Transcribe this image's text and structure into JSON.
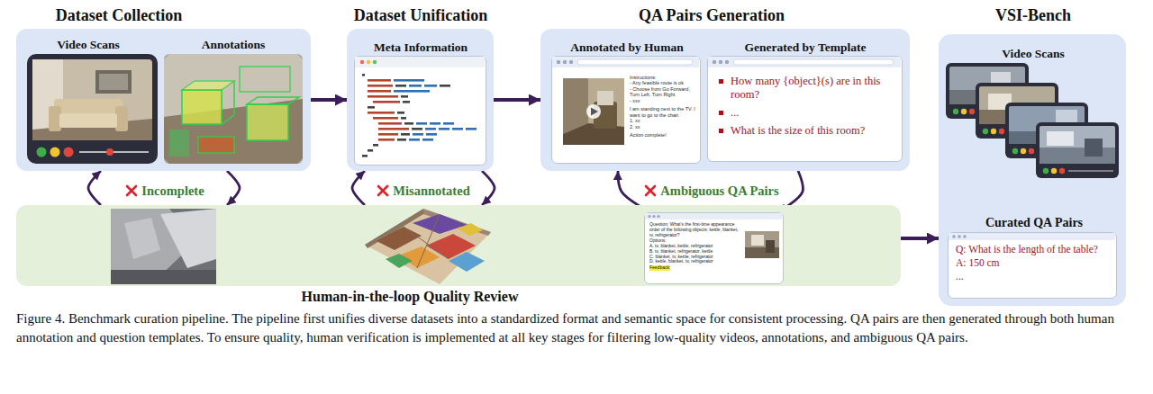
{
  "diagram": {
    "caption": "Figure 4. Benchmark curation pipeline. The pipeline first unifies diverse datasets into a standardized format and semantic space for consistent processing. QA pairs are then generated through both human annotation and question templates. To ensure quality, human verification is implemented at all key stages for filtering low-quality videos, annotations, and ambiguous QA pairs.",
    "nodes": [
      {
        "text": [
          "Dataset Collection"
        ]
      },
      {
        "text": [
          "Video Scans"
        ],
        "in": 0
      },
      {
        "text": [
          "Annotations"
        ],
        "in": 0
      },
      {
        "text": [
          "Dataset Unification"
        ]
      },
      {
        "text": [
          "Meta Information"
        ],
        "in": 3
      },
      {
        "text": [
          "QA Pairs Generation"
        ]
      },
      {
        "text": [
          "Annotated by Human",
          "Instructions:",
          "- Any feasible route is ok",
          "- Choose from Go Forward, Turn Left, Turn Right",
          "- xxx",
          "I am standing next to the TV. I want to go to the chair.",
          "1. xx",
          "2. xx",
          "Action complete!"
        ],
        "in": 5
      },
      {
        "text": [
          "Generated by Template",
          "How many {object}(s) are in this room?",
          "...",
          "What is the size of this room?"
        ],
        "in": 5
      },
      {
        "text": [
          "VSI-Bench"
        ]
      },
      {
        "text": [
          "Video Scans"
        ],
        "in": 8
      },
      {
        "text": [
          "Curated QA Pairs",
          "Q: What is the length of the table?",
          "A: 150 cm",
          "..."
        ],
        "in": 8
      },
      {
        "text": [
          "Human-in-the-loop Quality Review"
        ]
      },
      {
        "text": [
          "Question: What's the first-time appearance order of the following objects: kettle, blanket, tv, refrigerator?",
          "Options:",
          "A. tv, blanket, kettle, refrigerator",
          "B. tv, blanket, refrigerator, kettle",
          "C. blanket, tv, kettle, refrigerator",
          "D. kettle, blanket, tv, refrigerator",
          "Feedback:"
        ],
        "in": 11
      }
    ],
    "edges": [
      {
        "from": 0,
        "to": 3,
        "arrow": "to"
      },
      {
        "from": 3,
        "to": 5,
        "arrow": "to"
      },
      {
        "from": 11,
        "to": 8,
        "arrow": "to"
      },
      {
        "from": 11,
        "to": 0,
        "arrow": "to"
      },
      {
        "from": 0,
        "to": 11,
        "arrow": "to"
      },
      {
        "from": 11,
        "to": 3,
        "arrow": "to"
      },
      {
        "from": 3,
        "to": 11,
        "arrow": "to"
      },
      {
        "from": 12,
        "to": 5,
        "arrow": "to"
      },
      {
        "from": 5,
        "to": 12,
        "arrow": "to"
      }
    ],
    "labels": [
      "Incomplete",
      "Misannotated",
      "Ambiguous QA Pairs"
    ]
  }
}
